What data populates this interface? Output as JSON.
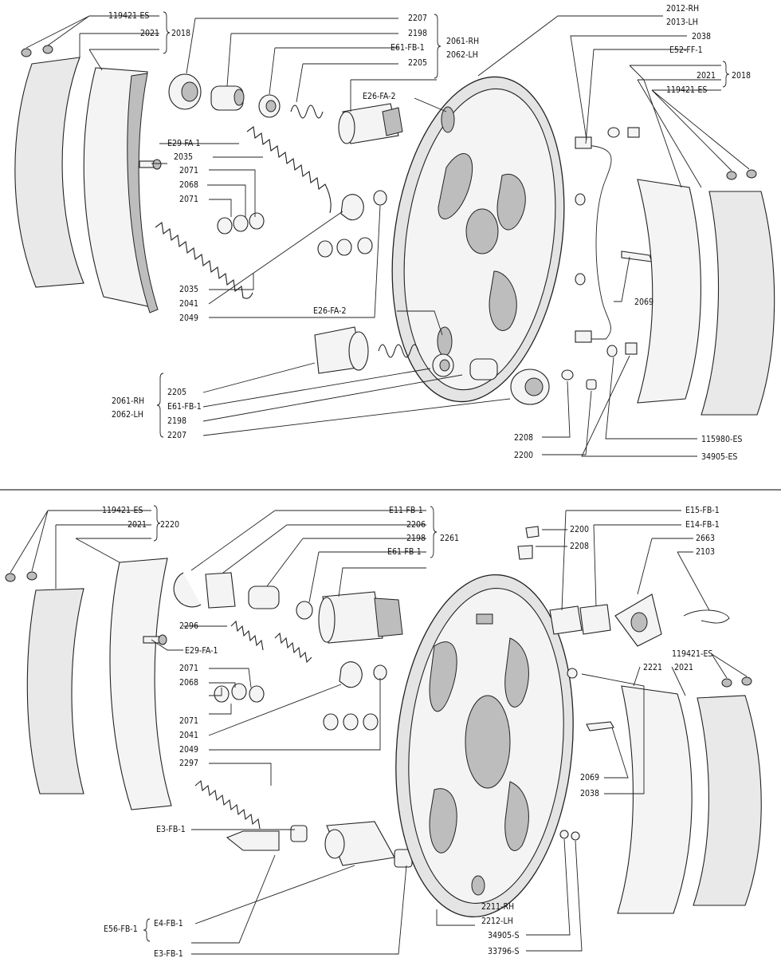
{
  "upper_assembly": {
    "callouts": {
      "c_119421_es": "119421-ES",
      "c_2021": "2021",
      "c_2018": "2018",
      "c_2207": "2207",
      "c_2198": "2198",
      "c_e61_fb_1": "E61-FB-1",
      "c_2205": "2205",
      "c_2061_rh": "2061-RH",
      "c_2062_lh": "2062-LH",
      "c_e26_fa_2": "E26-FA-2",
      "c_2012_rh": "2012-RH",
      "c_2013_lh": "2013-LH",
      "c_2038": "2038",
      "c_e52_ff_1": "E52-FF-1",
      "c_2021_r": "2021",
      "c_2018_r": "2018",
      "c_119421_es_r": "119421-ES",
      "c_e29_fa_1": "E29-FA-1",
      "c_2035": "2035",
      "c_2071": "2071",
      "c_2068": "2068",
      "c_2071_b": "2071",
      "c_2035_b": "2035",
      "c_2041": "2041",
      "c_2049": "2049",
      "c_e26_fa_2_b": "E26-FA-2",
      "c_2069": "2069",
      "c_2061_rh_b": "2061-RH",
      "c_2062_lh_b": "2062-LH",
      "c_2205_b": "2205",
      "c_e61_fb_1_b": "E61-FB-1",
      "c_2198_b": "2198",
      "c_2207_b": "2207",
      "c_2208": "2208",
      "c_2200": "2200",
      "c_115980_es": "115980-ES",
      "c_34905_es": "34905-ES"
    }
  },
  "lower_assembly": {
    "callouts": {
      "c_119421_es": "119421-ES",
      "c_2021": "2021",
      "c_2220": "2220",
      "c_e11_fb_1": "E11-FB-1",
      "c_2206": "2206",
      "c_2198": "2198",
      "c_e61_fb_1": "E61-FB-1",
      "c_2261": "2261",
      "c_2200": "2200",
      "c_2208": "2208",
      "c_e15_fb_1": "E15-FB-1",
      "c_e14_fb_1": "E14-FB-1",
      "c_2663": "2663",
      "c_2103": "2103",
      "c_2296": "2296",
      "c_e29_fa_1": "E29-FA-1",
      "c_2071": "2071",
      "c_2068": "2068",
      "c_2071_b": "2071",
      "c_2041": "2041",
      "c_2049": "2049",
      "c_2297": "2297",
      "c_119421_es_r": "119421-ES",
      "c_2221": "2221",
      "c_2021_r": "2021",
      "c_2069": "2069",
      "c_2038": "2038",
      "c_e3_fb_1": "E3-FB-1",
      "c_2211_rh": "2211-RH",
      "c_2212_lh": "2212-LH",
      "c_e56_fb_1": "E56-FB-1",
      "c_e4_fb_1": "E4-FB-1",
      "c_34905_s": "34905-S",
      "c_33796_s": "33796-S",
      "c_e3_fb_1_b": "E3-FB-1"
    }
  }
}
